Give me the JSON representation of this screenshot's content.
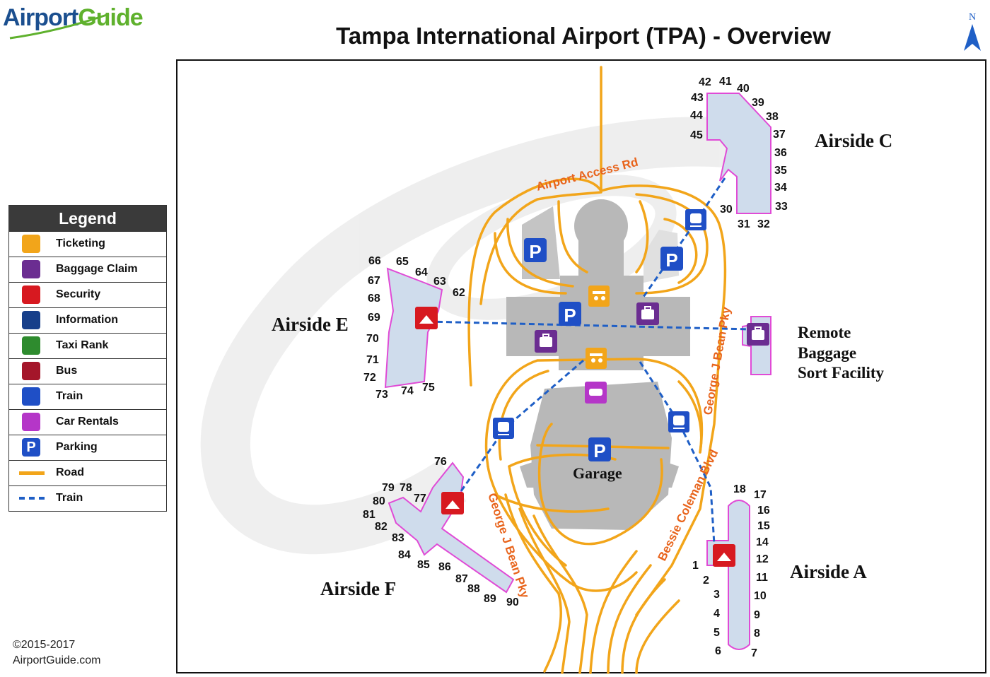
{
  "logo": {
    "part1": "Airport",
    "part2": "Guide"
  },
  "title": "Tampa International Airport (TPA) - Overview",
  "north": "N",
  "legend": {
    "title": "Legend",
    "items": [
      {
        "label": "Ticketing",
        "icon": "ticketing-icon",
        "color": "#f2a51a"
      },
      {
        "label": "Baggage Claim",
        "icon": "baggage-claim-icon",
        "color": "#6b2d91"
      },
      {
        "label": "Security",
        "icon": "security-icon",
        "color": "#d71920"
      },
      {
        "label": "Information",
        "icon": "information-icon",
        "color": "#173f8a"
      },
      {
        "label": "Taxi Rank",
        "icon": "taxi-icon",
        "color": "#2e8b2e"
      },
      {
        "label": "Bus",
        "icon": "bus-icon",
        "color": "#a4162a"
      },
      {
        "label": "Train",
        "icon": "train-icon",
        "color": "#1f4fc6"
      },
      {
        "label": "Car Rentals",
        "icon": "car-rental-icon",
        "color": "#b536c8"
      },
      {
        "label": "Parking",
        "icon": "parking-icon",
        "color": "#1f4fc6"
      },
      {
        "label": "Road",
        "icon": "road-line"
      },
      {
        "label": "Train",
        "icon": "train-line"
      }
    ]
  },
  "copyright": {
    "line1": "©2015-2017",
    "line2": "AirportGuide.com"
  },
  "airsides": {
    "a": "Airside A",
    "c": "Airside C",
    "e": "Airside E",
    "f": "Airside F"
  },
  "remote": {
    "line1": "Remote",
    "line2": "Baggage",
    "line3": "Sort Facility"
  },
  "garage": "Garage",
  "roads": {
    "access": "Airport Access Rd",
    "bean_upper": "George J Bean Pky",
    "bean_lower": "George J Bean Pky",
    "coleman": "Bessie Coleman Blvd"
  },
  "gates_c": [
    "42",
    "41",
    "40",
    "43",
    "39",
    "44",
    "38",
    "45",
    "37",
    "36",
    "35",
    "34",
    "33",
    "30",
    "31",
    "32"
  ],
  "gates_e": [
    "66",
    "65",
    "64",
    "63",
    "62",
    "67",
    "68",
    "69",
    "70",
    "71",
    "72",
    "73",
    "74",
    "75"
  ],
  "gates_f": [
    "76",
    "79",
    "78",
    "77",
    "80",
    "81",
    "82",
    "83",
    "84",
    "85",
    "86",
    "87",
    "88",
    "89",
    "90"
  ],
  "gates_a": [
    "18",
    "17",
    "16",
    "15",
    "14",
    "12",
    "1",
    "11",
    "2",
    "3",
    "10",
    "4",
    "9",
    "5",
    "8",
    "6",
    "7"
  ],
  "symbols": {
    "parking": "P"
  },
  "colors": {
    "road": "#f2a51a",
    "train": "#1f5fc6",
    "airside": "#cfdcec",
    "outline": "#e04bd6",
    "terminal": "#b8b8b8",
    "road_label": "#e8641c"
  }
}
